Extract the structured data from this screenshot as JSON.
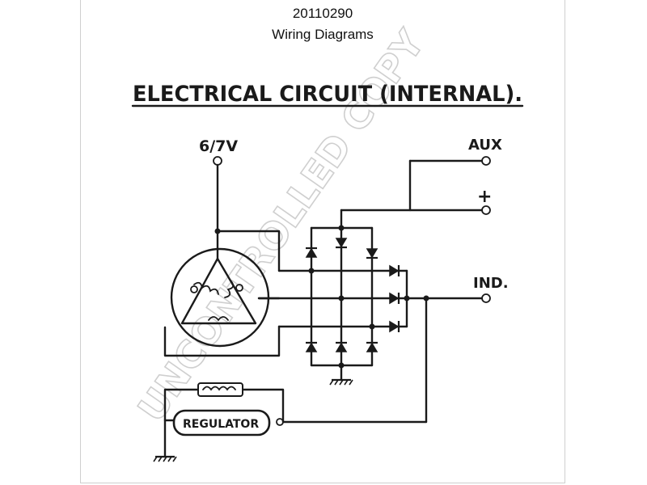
{
  "header": {
    "part_number": "20110290",
    "subtitle": "Wiring Diagrams"
  },
  "diagram": {
    "title": "ELECTRICAL CIRCUIT (INTERNAL).",
    "terminals": {
      "voltage": "6/7V",
      "aux": "AUX",
      "positive": "+",
      "indicator": "IND."
    },
    "regulator_label": "REGULATOR",
    "watermark": "UNCONTROLLED COPY"
  }
}
